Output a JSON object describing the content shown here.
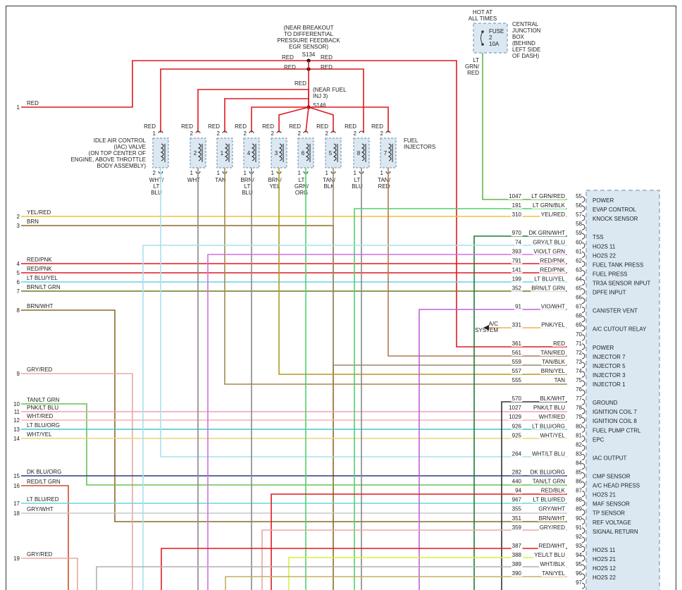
{
  "power_source": {
    "hot_label": [
      "HOT AT",
      "ALL TIMES"
    ],
    "fuse": [
      "FUSE",
      "2",
      "10A"
    ],
    "junction_box": [
      "CENTRAL",
      "JUNCTION",
      "BOX",
      "(BEHIND",
      "LEFT SIDE",
      "OF DASH)"
    ],
    "wire_color": [
      "LT",
      "GRN/",
      "RED"
    ]
  },
  "splices": [
    {
      "id": "S134",
      "note": [
        "(NEAR BREAKOUT",
        "TO DIFFERENTIAL",
        "PRESSURE FEEDBACK",
        "EGR SENSOR)"
      ]
    },
    {
      "id": "S146",
      "note": [
        "(NEAR FUEL",
        "INJ 3)"
      ]
    }
  ],
  "red_label": "RED",
  "iac_label": [
    "IDLE AIR CONTROL",
    "(IAC) VALVE",
    "(ON TOP CENTER OF",
    "ENGINE, ABOVE THROTTLE",
    "BODY ASSEMBLY)"
  ],
  "injectors_label": [
    "FUEL",
    "INJECTORS"
  ],
  "components": [
    {
      "label": "",
      "top_wire": "RED",
      "top_pin": "1",
      "bottom_pin": "2",
      "bottom_wire": [
        "WHT/",
        "LT",
        "BLU"
      ]
    },
    {
      "label": "2",
      "top_wire": "RED",
      "top_pin": "2",
      "bottom_pin": "1",
      "bottom_wire": [
        "WHT"
      ]
    },
    {
      "label": "1",
      "top_wire": "RED",
      "top_pin": "2",
      "bottom_pin": "1",
      "bottom_wire": [
        "TAN"
      ]
    },
    {
      "label": "4",
      "top_wire": "RED",
      "top_pin": "2",
      "bottom_pin": "1",
      "bottom_wire": [
        "BRN/",
        "LT",
        "BLU"
      ]
    },
    {
      "label": "3",
      "top_wire": "RED",
      "top_pin": "2",
      "bottom_pin": "1",
      "bottom_wire": [
        "BRN/",
        "YEL"
      ]
    },
    {
      "label": "6",
      "top_wire": "RED",
      "top_pin": "2",
      "bottom_pin": "1",
      "bottom_wire": [
        "LT",
        "GRN/",
        "ORG"
      ]
    },
    {
      "label": "5",
      "top_wire": "RED",
      "top_pin": "2",
      "bottom_pin": "1",
      "bottom_wire": [
        "TAN/",
        "BLK"
      ]
    },
    {
      "label": "8",
      "top_wire": "RED",
      "top_pin": "2",
      "bottom_pin": "1",
      "bottom_wire": [
        "LT",
        "BLU"
      ]
    },
    {
      "label": "7",
      "top_wire": "RED",
      "top_pin": "2",
      "bottom_pin": "1",
      "bottom_wire": [
        "TAN/",
        "RED"
      ]
    }
  ],
  "ac_system": [
    "A/C",
    "SYSTEM"
  ],
  "left_wires": [
    {
      "num": "1",
      "color": "RED",
      "hex": "#e0191f"
    },
    {
      "num": "2",
      "color": "YEL/RED",
      "hex": "#f0c23a"
    },
    {
      "num": "3",
      "color": "BRN",
      "hex": "#8a6a25"
    },
    {
      "num": "4",
      "color": "RED/PNK",
      "hex": "#e0191f"
    },
    {
      "num": "5",
      "color": "RED/PNK",
      "hex": "#e0191f"
    },
    {
      "num": "6",
      "color": "LT BLU/YEL",
      "hex": "#6ad4e0"
    },
    {
      "num": "7",
      "color": "BRN/LT GRN",
      "hex": "#6b7a1e"
    },
    {
      "num": "8",
      "color": "BRN/WHT",
      "hex": "#8a6a25"
    },
    {
      "num": "9",
      "color": "GRY/RED",
      "hex": "#e8a8a0"
    },
    {
      "num": "10",
      "color": "TAN/LT GRN",
      "hex": "#6abf55"
    },
    {
      "num": "11",
      "color": "PNK/LT BLU",
      "hex": "#f0a0b4"
    },
    {
      "num": "12",
      "color": "WHT/RED",
      "hex": "#f3b4b4"
    },
    {
      "num": "13",
      "color": "LT BLU/ORG",
      "hex": "#40c8d0"
    },
    {
      "num": "14",
      "color": "WHT/YEL",
      "hex": "#f1d27a"
    },
    {
      "num": "15",
      "color": "DK BLU/ORG",
      "hex": "#2a3a80"
    },
    {
      "num": "16",
      "color": "RED/LT GRN",
      "hex": "#c8502a"
    },
    {
      "num": "17",
      "color": "LT BLU/RED",
      "hex": "#6ad4e0"
    },
    {
      "num": "18",
      "color": "GRY/WHT",
      "hex": "#c8c8c8"
    },
    {
      "num": "19",
      "color": "GRY/RED",
      "hex": "#e8a8a0"
    }
  ],
  "connector": [
    {
      "circuit": "1047",
      "color": "LT GRN/RED",
      "pin": "55",
      "func": "POWER"
    },
    {
      "circuit": "191",
      "color": "LT GRN/BLK",
      "pin": "56",
      "func": "EVAP CONTROL"
    },
    {
      "circuit": "310",
      "color": "YEL/RED",
      "pin": "57",
      "func": "KNOCK SENSOR"
    },
    {
      "circuit": "",
      "color": "",
      "pin": "58",
      "func": ""
    },
    {
      "circuit": "970",
      "color": "DK GRN/WHT",
      "pin": "59",
      "func": "TSS"
    },
    {
      "circuit": "74",
      "color": "GRY/LT BLU",
      "pin": "60",
      "func": "HO2S 11"
    },
    {
      "circuit": "393",
      "color": "VIO/LT GRN",
      "pin": "61",
      "func": "HO2S 22"
    },
    {
      "circuit": "791",
      "color": "RED/PNK",
      "pin": "62",
      "func": "FUEL TANK PRESS"
    },
    {
      "circuit": "141",
      "color": "RED/PNK",
      "pin": "63",
      "func": "FUEL PRESS"
    },
    {
      "circuit": "199",
      "color": "LT BLU/YEL",
      "pin": "64",
      "func": "TR3A SENSOR INPUT"
    },
    {
      "circuit": "352",
      "color": "BRN/LT GRN",
      "pin": "65",
      "func": "DPFE INPUT"
    },
    {
      "circuit": "",
      "color": "",
      "pin": "66",
      "func": ""
    },
    {
      "circuit": "91",
      "color": "VIO/WHT",
      "pin": "67",
      "func": "CANISTER VENT"
    },
    {
      "circuit": "",
      "color": "",
      "pin": "68",
      "func": ""
    },
    {
      "circuit": "331",
      "color": "PNK/YEL",
      "pin": "69",
      "func": "A/C CUTOUT RELAY"
    },
    {
      "circuit": "",
      "color": "",
      "pin": "70",
      "func": ""
    },
    {
      "circuit": "361",
      "color": "RED",
      "pin": "71",
      "func": "POWER"
    },
    {
      "circuit": "561",
      "color": "TAN/RED",
      "pin": "72",
      "func": "INJECTOR 7"
    },
    {
      "circuit": "559",
      "color": "TAN/BLK",
      "pin": "73",
      "func": "INJECTOR 5"
    },
    {
      "circuit": "557",
      "color": "BRN/YEL",
      "pin": "74",
      "func": "INJECTOR 3"
    },
    {
      "circuit": "555",
      "color": "TAN",
      "pin": "75",
      "func": "INJECTOR 1"
    },
    {
      "circuit": "",
      "color": "",
      "pin": "76",
      "func": ""
    },
    {
      "circuit": "570",
      "color": "BLK/WHT",
      "pin": "77",
      "func": "GROUND"
    },
    {
      "circuit": "1027",
      "color": "PNK/LT BLU",
      "pin": "78",
      "func": "IGNITION COIL 7"
    },
    {
      "circuit": "1029",
      "color": "WHT/RED",
      "pin": "79",
      "func": "IGNITION COIL 8"
    },
    {
      "circuit": "926",
      "color": "LT BLU/ORG",
      "pin": "80",
      "func": "FUEL PUMP CTRL"
    },
    {
      "circuit": "925",
      "color": "WHT/YEL",
      "pin": "81",
      "func": "EPC"
    },
    {
      "circuit": "",
      "color": "",
      "pin": "82",
      "func": ""
    },
    {
      "circuit": "264",
      "color": "WHT/LT BLU",
      "pin": "83",
      "func": "IAC OUTPUT"
    },
    {
      "circuit": "",
      "color": "",
      "pin": "84",
      "func": ""
    },
    {
      "circuit": "282",
      "color": "DK BLU/ORG",
      "pin": "85",
      "func": "CMP SENSOR"
    },
    {
      "circuit": "440",
      "color": "TAN/LT GRN",
      "pin": "86",
      "func": "A/C HEAD PRESS"
    },
    {
      "circuit": "94",
      "color": "RED/BLK",
      "pin": "87",
      "func": "HO2S 21"
    },
    {
      "circuit": "967",
      "color": "LT BLU/RED",
      "pin": "88",
      "func": "MAF SENSOR"
    },
    {
      "circuit": "355",
      "color": "GRY/WHT",
      "pin": "89",
      "func": "TP SENSOR"
    },
    {
      "circuit": "351",
      "color": "BRN/WHT",
      "pin": "90",
      "func": "REF VOLTAGE"
    },
    {
      "circuit": "359",
      "color": "GRY/RED",
      "pin": "91",
      "func": "SIGNAL RETURN"
    },
    {
      "circuit": "",
      "color": "",
      "pin": "92",
      "func": ""
    },
    {
      "circuit": "387",
      "color": "RED/WHT",
      "pin": "93",
      "func": "HO2S 11"
    },
    {
      "circuit": "388",
      "color": "YEL/LT BLU",
      "pin": "94",
      "func": "HO2S 21"
    },
    {
      "circuit": "389",
      "color": "WHT/BLK",
      "pin": "95",
      "func": "HO2S 12"
    },
    {
      "circuit": "390",
      "color": "TAN/YEL",
      "pin": "96",
      "func": "HO2S 22"
    },
    {
      "circuit": "",
      "color": "",
      "pin": "97",
      "func": ""
    }
  ]
}
